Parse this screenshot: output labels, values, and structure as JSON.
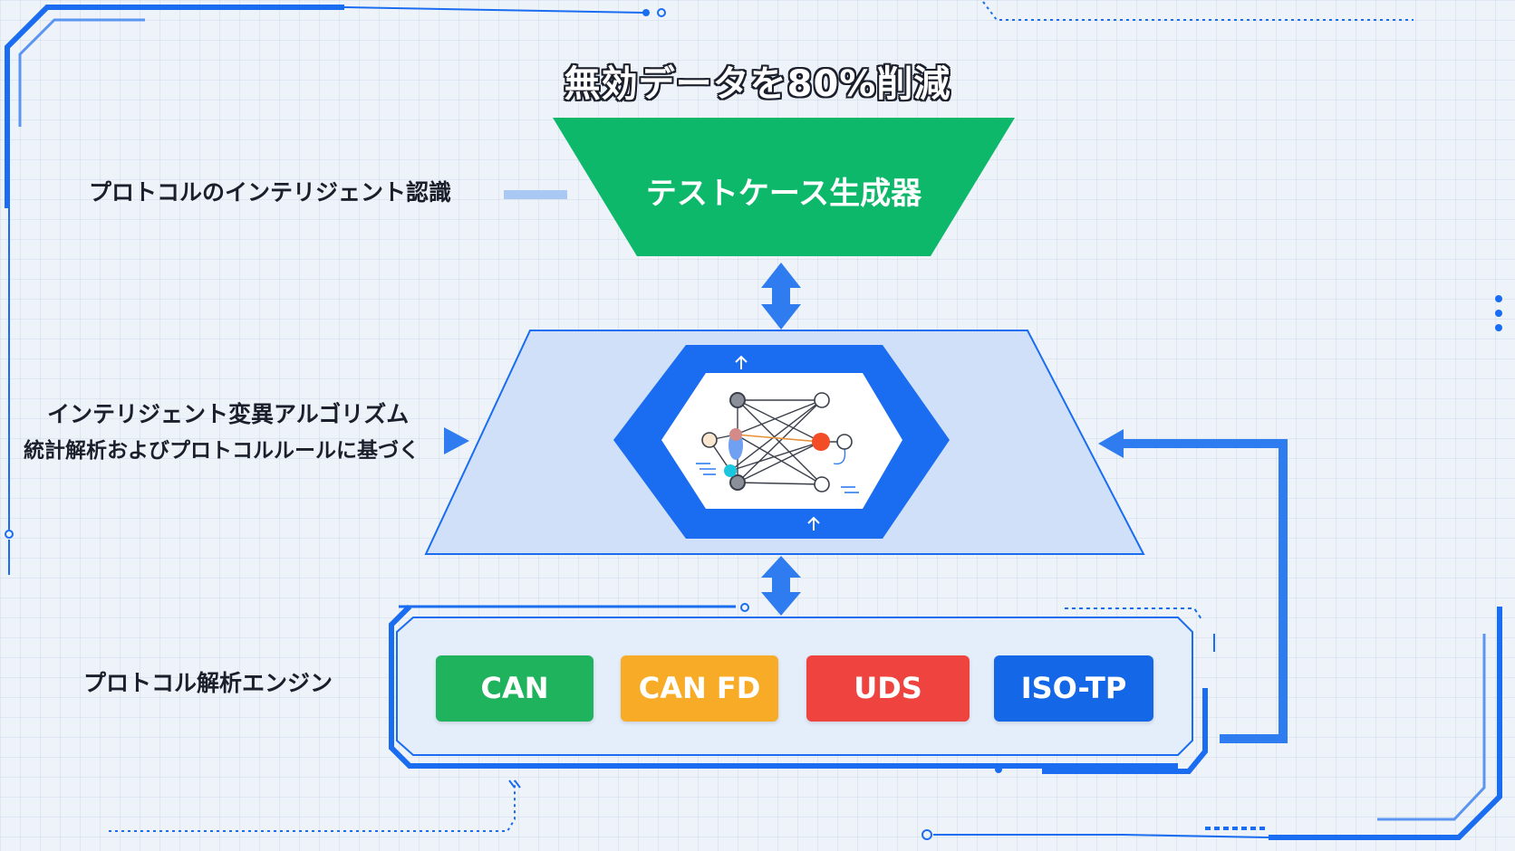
{
  "headline": "無効データを80%削減",
  "generator": {
    "title": "テストケース生成器"
  },
  "labels": {
    "protocol_recognition": "プロトコルのインテリジェント認識",
    "mutation_line1": "インテリジェント変異アルゴリズム",
    "mutation_line2": "統計解析およびプロトコルルールに基づく",
    "parsing_engine": "プロトコル解析エンジン"
  },
  "protocols": [
    {
      "name": "CAN",
      "color": "#1fb35e"
    },
    {
      "name": "CAN FD",
      "color": "#f8ab27"
    },
    {
      "name": "UDS",
      "color": "#ef4340"
    },
    {
      "name": "ISO-TP",
      "color": "#1468e8"
    }
  ],
  "colors": {
    "accent_blue": "#1a6df0",
    "generator_green": "#0db86b",
    "panel_fill": "#cfe0f8",
    "text_dark": "#1a1f2b"
  },
  "icons": [
    "neural-network-icon",
    "bidirectional-arrow-icon",
    "feedback-arrow-icon"
  ]
}
